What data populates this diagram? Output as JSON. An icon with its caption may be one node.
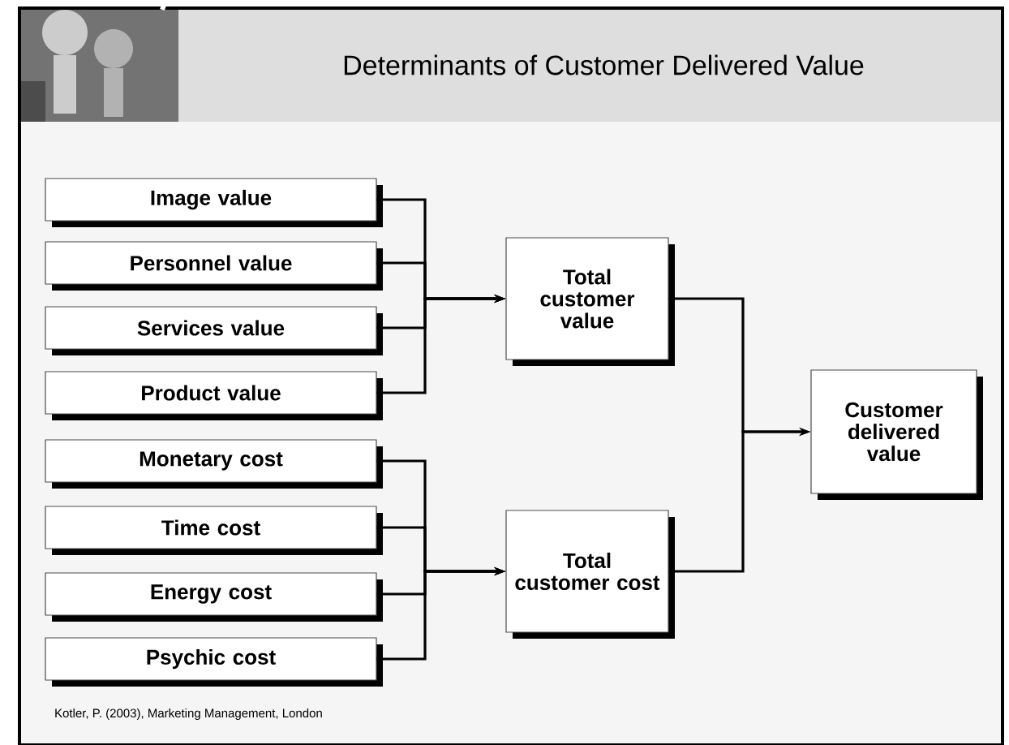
{
  "diagram": {
    "title": "Determinants of Customer Delivered Value",
    "nodes": [
      {
        "text": [
          "Image value"
        ]
      },
      {
        "text": [
          "Personnel value"
        ]
      },
      {
        "text": [
          "Services value"
        ]
      },
      {
        "text": [
          "Product value"
        ]
      },
      {
        "text": [
          "Monetary cost"
        ]
      },
      {
        "text": [
          "Time cost"
        ]
      },
      {
        "text": [
          "Energy cost"
        ]
      },
      {
        "text": [
          "Psychic cost"
        ]
      },
      {
        "text": [
          "Total customer value"
        ]
      },
      {
        "text": [
          "Total customer cost"
        ]
      },
      {
        "text": [
          "Customer delivered value"
        ]
      }
    ],
    "edges": [
      {
        "from": 0,
        "to": 8,
        "arrow": "to"
      },
      {
        "from": 1,
        "to": 8,
        "arrow": "to"
      },
      {
        "from": 2,
        "to": 8,
        "arrow": "to"
      },
      {
        "from": 3,
        "to": 8,
        "arrow": "to"
      },
      {
        "from": 4,
        "to": 9,
        "arrow": "to"
      },
      {
        "from": 5,
        "to": 9,
        "arrow": "to"
      },
      {
        "from": 6,
        "to": 9,
        "arrow": "to"
      },
      {
        "from": 7,
        "to": 9,
        "arrow": "to"
      },
      {
        "from": 8,
        "to": 10,
        "arrow": "to"
      },
      {
        "from": 9,
        "to": 10,
        "arrow": "to"
      }
    ],
    "caption": "Kotler, P. (2003), Marketing Management, London"
  }
}
